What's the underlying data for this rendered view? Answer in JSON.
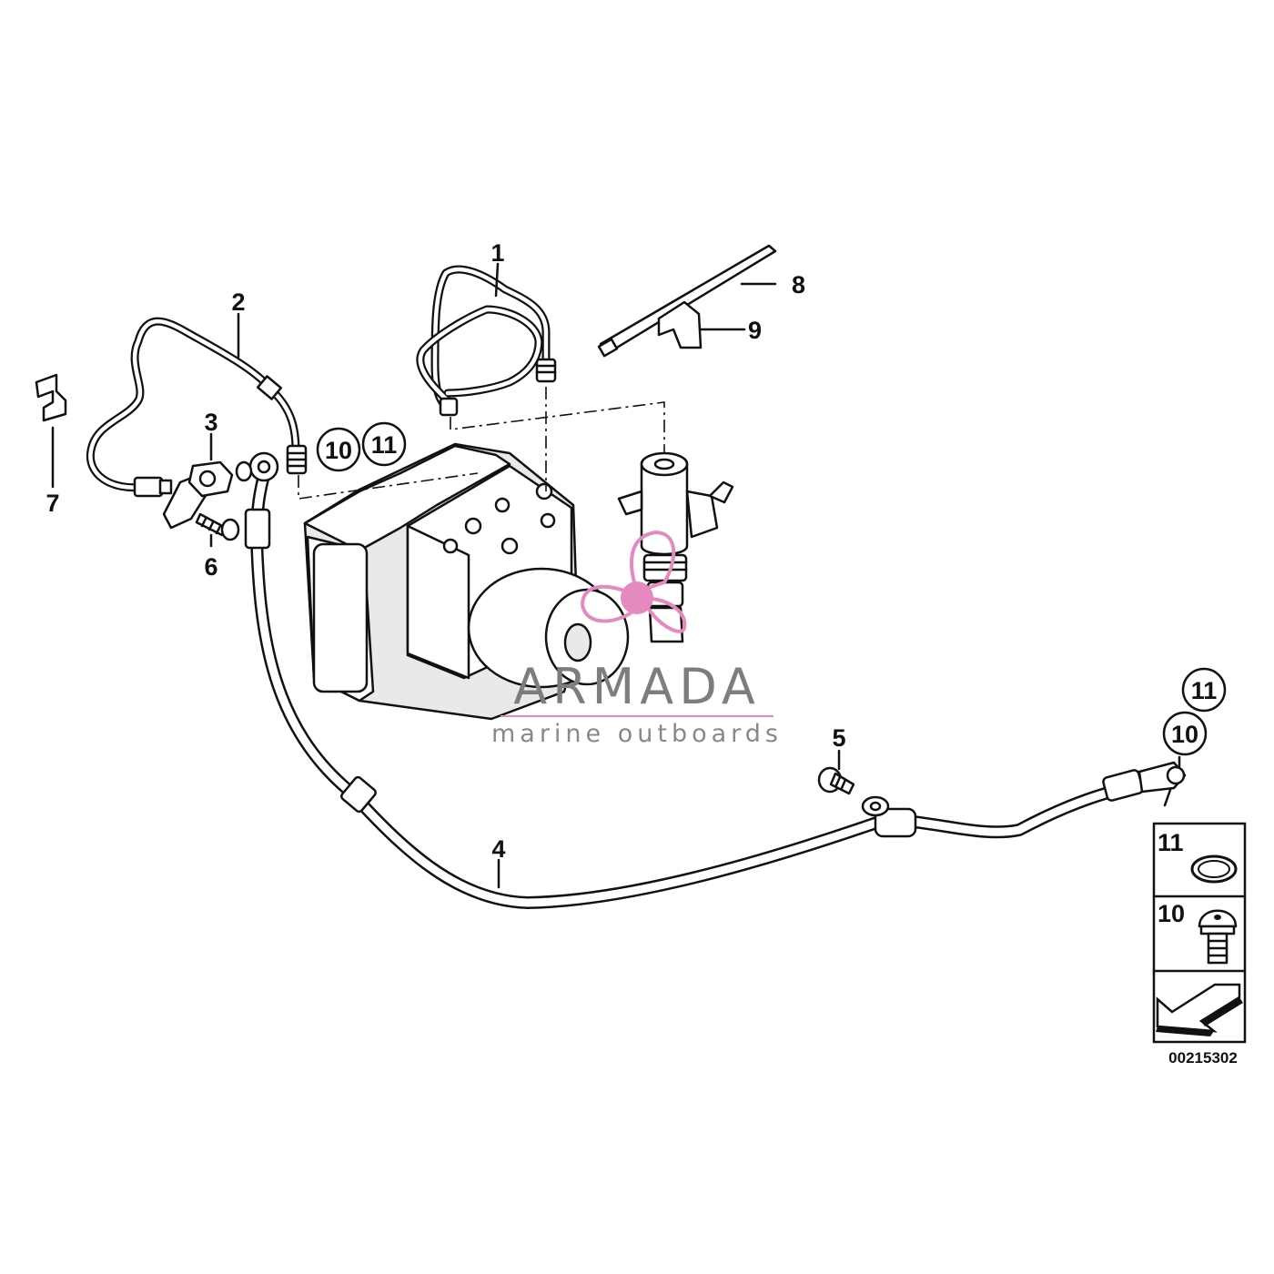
{
  "callouts": {
    "c1": "1",
    "c2": "2",
    "c3": "3",
    "c4": "4",
    "c5": "5",
    "c6": "6",
    "c7": "7",
    "c8": "8",
    "c9": "9",
    "c10a": "10",
    "c11a": "11",
    "c10b": "10",
    "c11b": "11"
  },
  "legend": {
    "item11": "11",
    "item10": "10"
  },
  "diagram_id": "00215302",
  "watermark": {
    "title": "ARMADA",
    "subtitle": "marine outboards",
    "accent_color": "#e48ac0"
  }
}
